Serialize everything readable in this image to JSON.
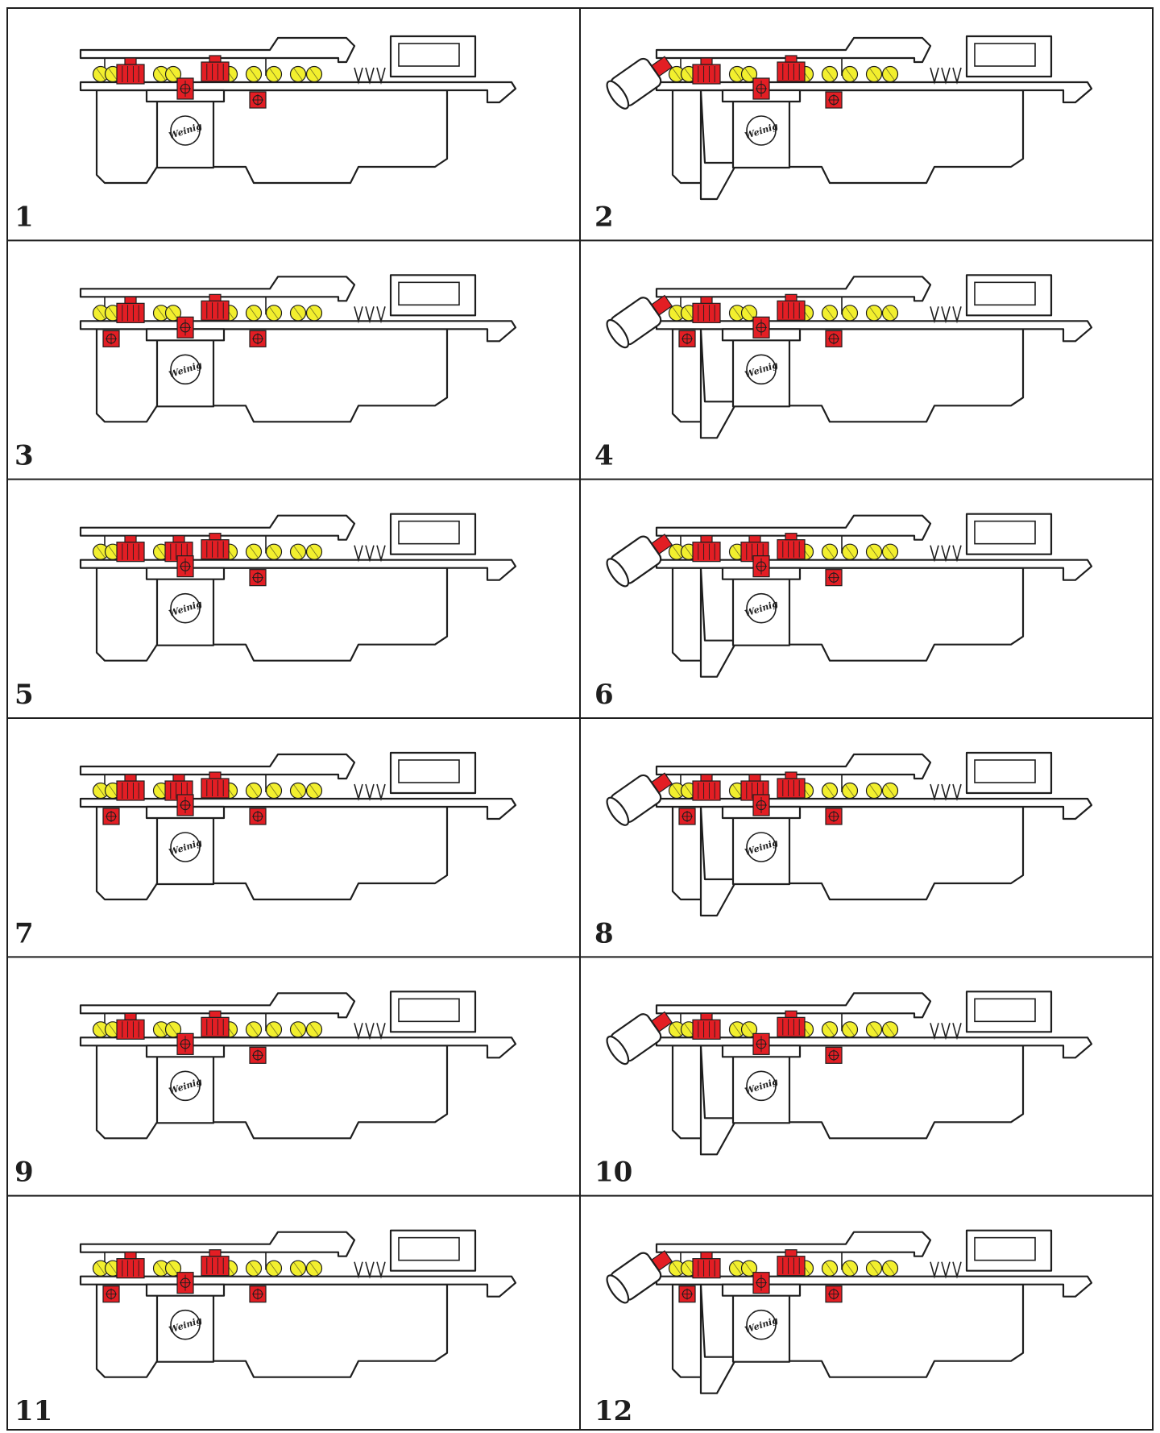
{
  "colors": {
    "roller": "#f2ef2e",
    "spindle": "#e31e24",
    "outline": "#1e1e1e",
    "background": "#ffffff"
  },
  "logo_text": "Weinig",
  "panels": [
    {
      "number": "1",
      "motor": false,
      "spindles": [
        "top-1",
        "top-2",
        "front-tall",
        "right-low"
      ]
    },
    {
      "number": "2",
      "motor": true,
      "spindles": [
        "left-angled",
        "top-1",
        "top-2",
        "front-tall",
        "right-low"
      ]
    },
    {
      "number": "3",
      "motor": false,
      "spindles": [
        "left-low",
        "top-1",
        "top-2",
        "front-tall",
        "right-low"
      ]
    },
    {
      "number": "4",
      "motor": true,
      "spindles": [
        "left-angled",
        "left-low",
        "top-1",
        "top-2",
        "front-tall",
        "right-low"
      ]
    },
    {
      "number": "5",
      "motor": false,
      "spindles": [
        "top-1",
        "top-2",
        "top-3",
        "front-tall",
        "right-low"
      ]
    },
    {
      "number": "6",
      "motor": true,
      "spindles": [
        "left-angled",
        "top-1",
        "top-2",
        "top-3",
        "front-tall",
        "right-low"
      ]
    },
    {
      "number": "7",
      "motor": false,
      "spindles": [
        "left-low",
        "top-1",
        "top-2",
        "top-3",
        "front-tall",
        "right-low"
      ]
    },
    {
      "number": "8",
      "motor": true,
      "spindles": [
        "left-angled",
        "left-low",
        "top-1",
        "top-2",
        "top-3",
        "front-tall",
        "right-low"
      ]
    },
    {
      "number": "9",
      "motor": false,
      "spindles": [
        "top-1",
        "top-2",
        "front-tall",
        "right-low"
      ]
    },
    {
      "number": "10",
      "motor": true,
      "spindles": [
        "left-angled",
        "top-1",
        "top-2",
        "front-tall",
        "right-low"
      ]
    },
    {
      "number": "11",
      "motor": false,
      "spindles": [
        "left-low",
        "top-1",
        "top-2",
        "front-tall",
        "right-low"
      ]
    },
    {
      "number": "12",
      "motor": true,
      "spindles": [
        "left-angled",
        "left-low",
        "top-1",
        "top-2",
        "front-tall",
        "right-low"
      ]
    }
  ]
}
